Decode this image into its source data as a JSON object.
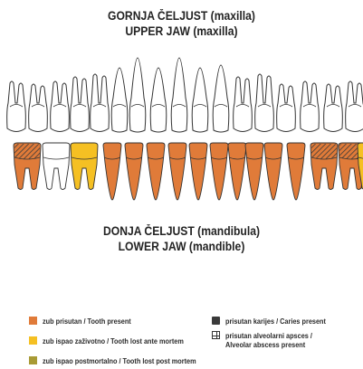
{
  "upper": {
    "title_1": "GORNJA ČELJUST (maxilla)",
    "title_2": "UPPER JAW (maxilla)"
  },
  "lower": {
    "title_1": "DONJA ČELJUST (mandibula)",
    "title_2": "LOWER JAW (mandible)"
  },
  "colors": {
    "present": "#E07B39",
    "ante_mortem": "#F5C023",
    "post_mortem": "#A89A35",
    "caries": "#3a3a3a",
    "outline": "#333333"
  },
  "legend": {
    "present": "zub prisutan / Tooth present",
    "ante_mortem": "zub ispao zaživotno / Tooth lost ante mortem",
    "post_mortem": "zub ispao postmortalno / Tooth lost post mortem",
    "caries": "prisutan karijes / Caries present",
    "abscess_line1": "prisutan alveolarni apsces /",
    "abscess_line2": "Alveolar abscess present",
    "caries_icon": "filled-square-icon",
    "abscess_icon": "grid-square-icon"
  },
  "lower_teeth": [
    {
      "status": "present",
      "caries": true
    },
    {
      "status": "none",
      "caries": false
    },
    {
      "status": "ante_mortem",
      "caries": false
    },
    {
      "status": "present",
      "caries": false
    },
    {
      "status": "present",
      "caries": false
    },
    {
      "status": "present",
      "caries": false
    },
    {
      "status": "present",
      "caries": false
    },
    {
      "status": "present",
      "caries": false
    },
    {
      "status": "present",
      "caries": false
    },
    {
      "status": "present",
      "caries": false
    },
    {
      "status": "present",
      "caries": false
    },
    {
      "status": "present",
      "caries": false
    },
    {
      "status": "present",
      "caries": false
    },
    {
      "status": "present",
      "caries": true
    },
    {
      "status": "present",
      "caries": true
    },
    {
      "status": "ante_mortem",
      "caries": false
    }
  ]
}
